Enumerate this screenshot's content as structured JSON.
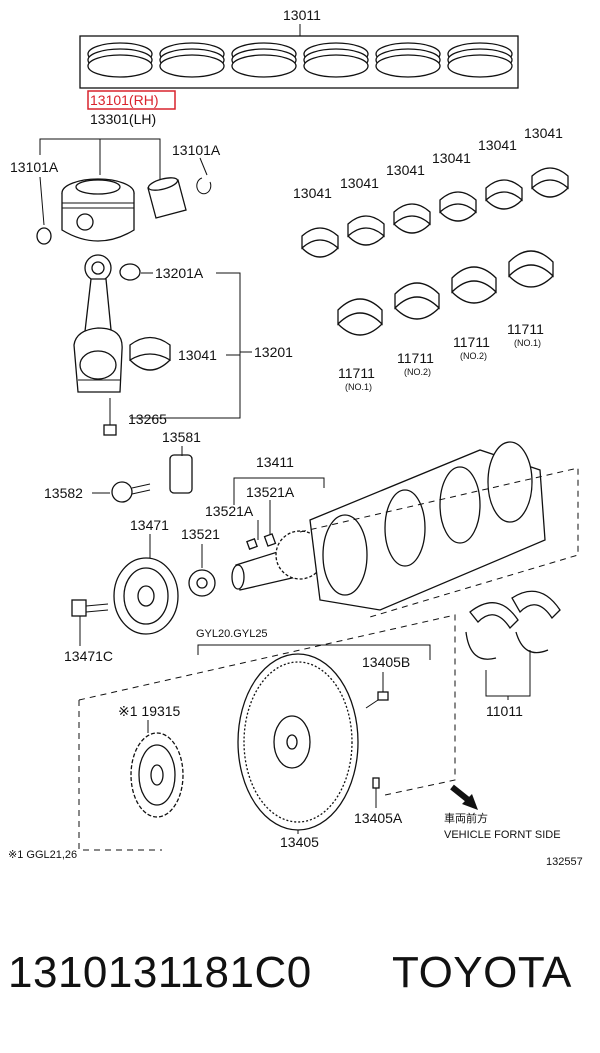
{
  "diagram": {
    "labels": {
      "ring_set": "13011",
      "piston_rh": "13101(RH)",
      "piston_lh": "13301(LH)",
      "snap_ring_left": "13101A",
      "snap_ring_right": "13101A",
      "rod_bush": "13201A",
      "rod_assy": "13201",
      "rod_bearing": "13041",
      "rod_bolt": "13265",
      "key": "13581",
      "bolt_13582": "13582",
      "pulley": "13471",
      "pulley_bolt": "13471C",
      "timing_gear": "13521",
      "key_13521a_left": "13521A",
      "key_13521a_right": "13521A",
      "crankshaft": "13411",
      "bearing_1": "13041",
      "bearing_2": "13041",
      "bearing_3": "13041",
      "bearing_4": "13041",
      "bearing_5": "13041",
      "bearing_6": "13041",
      "main_1": "11711",
      "main_1_note": "(NO.1)",
      "main_2": "11711",
      "main_2_note": "(NO.2)",
      "main_3": "11711",
      "main_3_note": "(NO.2)",
      "main_4": "11711",
      "main_4_note": "(NO.1)",
      "flywheel_group": "GYL20.GYL25",
      "flywheel_bolt": "13405B",
      "flywheel": "13405",
      "flywheel_pin": "13405A",
      "thrust_washer": "11011",
      "sprocket": "※1 19315",
      "footnote": "※1  GGL21,26",
      "direction_jp": "車両前方",
      "direction_en": "VEHICLE FORNT SIDE",
      "ref_number": "132557"
    },
    "highlight_color": "#d9232d"
  },
  "footer": {
    "part_number": "1310131181C0",
    "brand": "TOYOTA"
  }
}
